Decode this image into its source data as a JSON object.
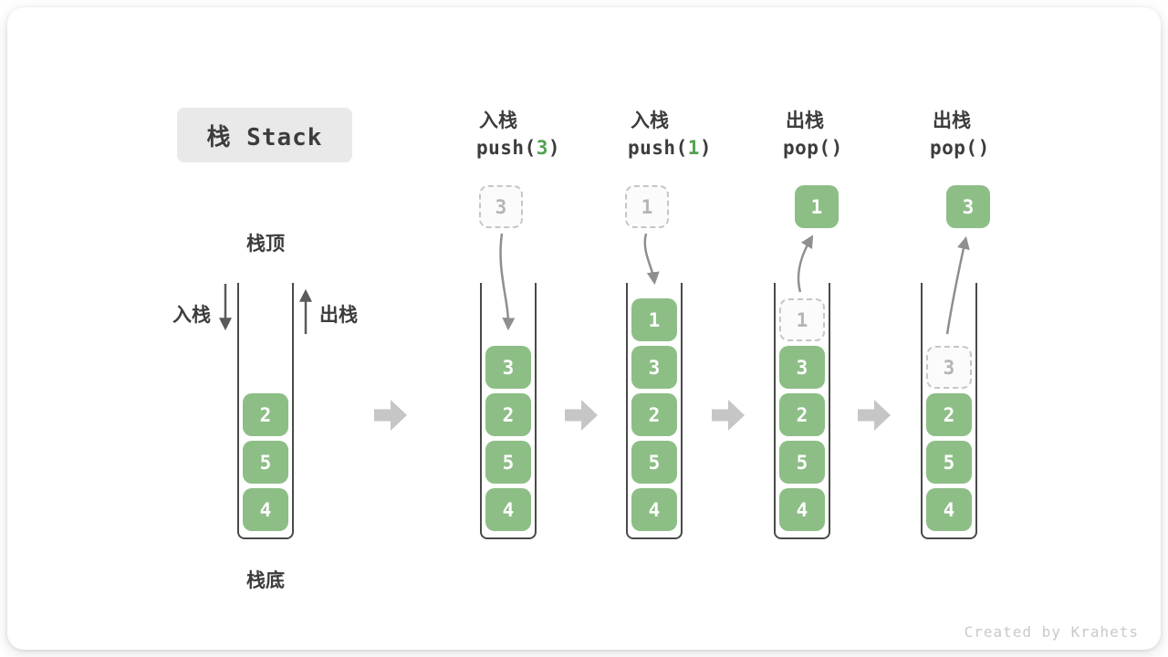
{
  "title": "栈 Stack",
  "watermark": "Created by Krahets",
  "labels": {
    "stack_top": "栈顶",
    "stack_bottom": "栈底",
    "push_side": "入栈",
    "pop_side": "出栈"
  },
  "colors": {
    "cell_green": "#8dbe86",
    "code_arg_green": "#55a152",
    "flow_arrow_gray": "#c6c6c6",
    "curve_arrow_gray": "#8f8f8f",
    "dark_text": "#3c3c3c",
    "ghost_border": "#c6c6c6",
    "ghost_text": "#b5b5b5",
    "title_badge_bg": "#e9e9e9",
    "wall": "#4a4a4a"
  },
  "stages": [
    {
      "name": "initial",
      "cells": [
        "2",
        "5",
        "4"
      ]
    },
    {
      "name": "push-3",
      "op": "入栈",
      "code_prefix": "push(",
      "code_arg": "3",
      "code_suffix": ")",
      "floating_value": "3",
      "cells": [
        "3",
        "2",
        "5",
        "4"
      ]
    },
    {
      "name": "push-1",
      "op": "入栈",
      "code_prefix": "push(",
      "code_arg": "1",
      "code_suffix": ")",
      "floating_value": "1",
      "cells": [
        "1",
        "3",
        "2",
        "5",
        "4"
      ]
    },
    {
      "name": "pop-1",
      "op": "出栈",
      "code_prefix": "pop()",
      "code_arg": "",
      "code_suffix": "",
      "floating_value": "1",
      "ghost_value": "1",
      "cells": [
        "3",
        "2",
        "5",
        "4"
      ]
    },
    {
      "name": "pop-3",
      "op": "出栈",
      "code_prefix": "pop()",
      "code_arg": "",
      "code_suffix": "",
      "floating_value": "3",
      "ghost_value": "3",
      "cells": [
        "2",
        "5",
        "4"
      ]
    }
  ]
}
